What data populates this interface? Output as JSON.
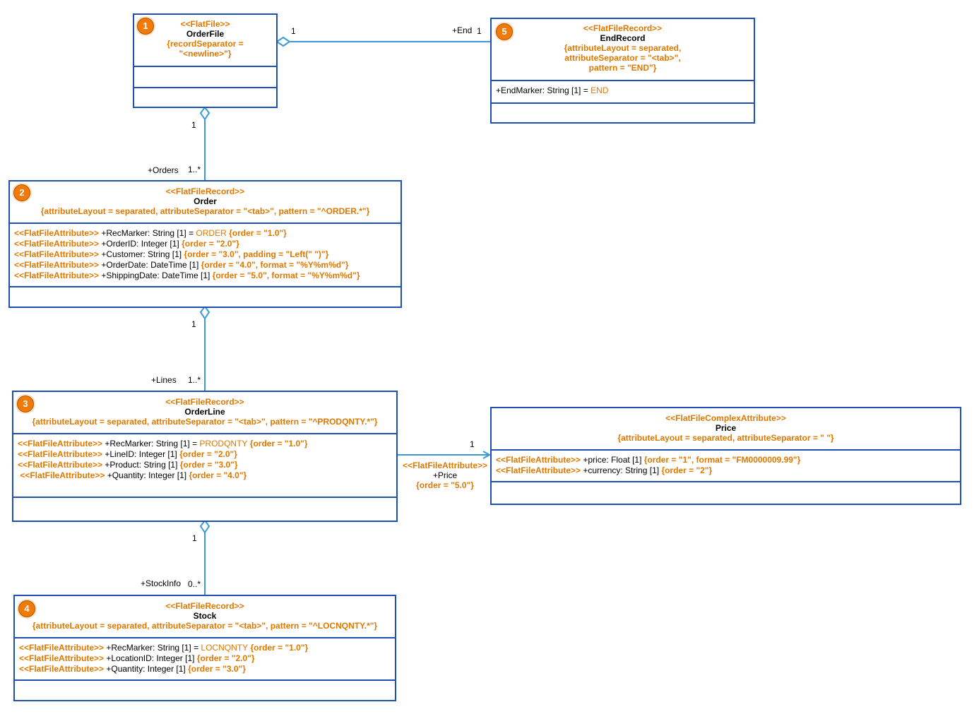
{
  "classes": {
    "orderfile": {
      "badge": "1",
      "stereotype": "<<FlatFile>>",
      "name": "OrderFile",
      "constraint_l1": "{recordSeparator =",
      "constraint_l2": "\"<newline>\"}"
    },
    "endrecord": {
      "badge": "5",
      "stereotype": "<<FlatFileRecord>>",
      "name": "EndRecord",
      "constraint_l1": "{attributeLayout = separated,",
      "constraint_l2": "attributeSeparator = \"<tab>\",",
      "constraint_l3": "pattern = \"END\"}",
      "attr_text": "+EndMarker: String [1] = ",
      "attr_value": "END"
    },
    "order": {
      "badge": "2",
      "stereotype": "<<FlatFileRecord>>",
      "name": "Order",
      "constraint": "{attributeLayout = separated, attributeSeparator = \"<tab>\", pattern = \"^ORDER.*\"}",
      "attributes": [
        {
          "stereo": "<<FlatFileAttribute>>",
          "text": " +RecMarker: String [1] = ",
          "value": "ORDER",
          "tag": " {order = \"1.0\"}"
        },
        {
          "stereo": "<<FlatFileAttribute>>",
          "text": " +OrderID: Integer [1] ",
          "value": "",
          "tag": "{order = \"2.0\"}"
        },
        {
          "stereo": "<<FlatFileAttribute>>",
          "text": " +Customer: String [1] ",
          "value": "",
          "tag": "{order = \"3.0\", padding = \"Left(\" \")\"}"
        },
        {
          "stereo": "<<FlatFileAttribute>>",
          "text": " +OrderDate: DateTime [1] ",
          "value": "",
          "tag": "{order = \"4.0\", format = \"%Y%m%d\"}"
        },
        {
          "stereo": "<<FlatFileAttribute>>",
          "text": " +ShippingDate: DateTime [1] ",
          "value": "",
          "tag": "{order = \"5.0\", format = \"%Y%m%d\"}"
        }
      ]
    },
    "orderline": {
      "badge": "3",
      "stereotype": "<<FlatFileRecord>>",
      "name": "OrderLine",
      "constraint": "{attributeLayout = separated, attributeSeparator = \"<tab>\", pattern = \"^PRODQNTY.*\"}",
      "attributes": [
        {
          "stereo": "<<FlatFileAttribute>>",
          "text": " +RecMarker: String [1] = ",
          "value": "PRODQNTY",
          "tag": " {order = \"1.0\"}"
        },
        {
          "stereo": "<<FlatFileAttribute>>",
          "text": " +LineID: Integer [1] ",
          "value": "",
          "tag": "{order = \"2.0\"}"
        },
        {
          "stereo": "<<FlatFileAttribute>>",
          "text": " +Product: String [1] ",
          "value": "",
          "tag": "{order = \"3.0\"}"
        },
        {
          "stereo": " <<FlatFileAttribute>>",
          "text": " +Quantity: Integer [1] ",
          "value": "",
          "tag": "{order = \"4.0\"}"
        }
      ]
    },
    "stock": {
      "badge": "4",
      "stereotype": "<<FlatFileRecord>>",
      "name": "Stock",
      "constraint": "{attributeLayout = separated, attributeSeparator = \"<tab>\", pattern = \"^LOCNQNTY.*\"}",
      "attributes": [
        {
          "stereo": "<<FlatFileAttribute>>",
          "text": " +RecMarker: String [1] = ",
          "value": "LOCNQNTY",
          "tag": " {order = \"1.0\"}"
        },
        {
          "stereo": "<<FlatFileAttribute>>",
          "text": " +LocationID: Integer [1] ",
          "value": "",
          "tag": "{order = \"2.0\"}"
        },
        {
          "stereo": "<<FlatFileAttribute>>",
          "text": " +Quantity: Integer [1] ",
          "value": "",
          "tag": "{order = \"3.0\"}"
        }
      ]
    },
    "price": {
      "stereotype": "<<FlatFileComplexAttribute>>",
      "name": "Price",
      "constraint": "{attributeLayout = separated, attributeSeparator = \" \"}",
      "attributes": [
        {
          "stereo": "<<FlatFileAttribute>>",
          "text": " +price: Float [1] ",
          "value": "",
          "tag": "{order = \"1\", format = \"FM0000009.99\"}"
        },
        {
          "stereo": "<<FlatFileAttribute>>",
          "text": " +currency: String [1] ",
          "value": "",
          "tag": "{order = \"2\"}"
        }
      ]
    }
  },
  "associations": {
    "file_end": {
      "src_mult": "1",
      "role": "+End",
      "dst_mult": "1"
    },
    "file_orders": {
      "src_mult": "1",
      "role": "+Orders",
      "dst_mult": "1..*"
    },
    "order_lines": {
      "src_mult": "1",
      "role": "+Lines",
      "dst_mult": "1..*"
    },
    "line_stock": {
      "src_mult": "1",
      "role": "+StockInfo",
      "dst_mult": "0..*"
    },
    "line_price": {
      "dst_mult": "1",
      "stereo": "<<FlatFileAttribute>>",
      "role": "+Price",
      "tag": "{order = \"5.0\"}"
    }
  },
  "colors": {
    "border": "#1f4fb5",
    "connector": "#3b9ad6",
    "accent": "#e07800",
    "badge": "#f07a0a"
  }
}
